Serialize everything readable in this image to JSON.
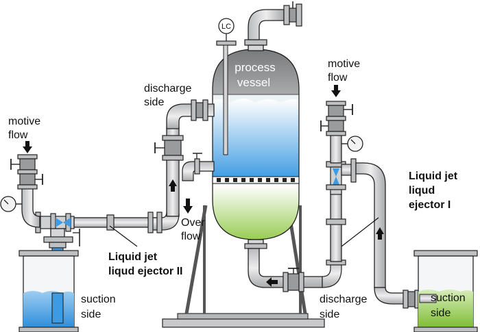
{
  "labels": {
    "motive_flow_left": [
      "motive",
      "flow"
    ],
    "motive_flow_right": [
      "motive",
      "flow"
    ],
    "discharge_side_top": [
      "discharge",
      "side"
    ],
    "discharge_side_bottom": [
      "discharge",
      "side"
    ],
    "process_vessel": [
      "process",
      "vessel"
    ],
    "lc": "LC",
    "overflow": [
      "Over",
      "flow"
    ],
    "suction_side_left": [
      "suction",
      "side"
    ],
    "suction_side_right": [
      "suction",
      "side"
    ],
    "ejector_2": [
      "Liquid jet",
      "liqud ejector II"
    ],
    "ejector_1": [
      "Liquid jet",
      "liqud",
      "ejector I"
    ]
  },
  "colors": {
    "liquid_blue": "#3d9be3",
    "liquid_green": "#8cc63f",
    "steel_light": "#d6d6d8",
    "steel_dark": "#7d7e80"
  },
  "icons": [
    "pressure-gauge-icon",
    "flow-arrow-icon",
    "valve-icon",
    "flange-icon",
    "level-controller-icon"
  ]
}
